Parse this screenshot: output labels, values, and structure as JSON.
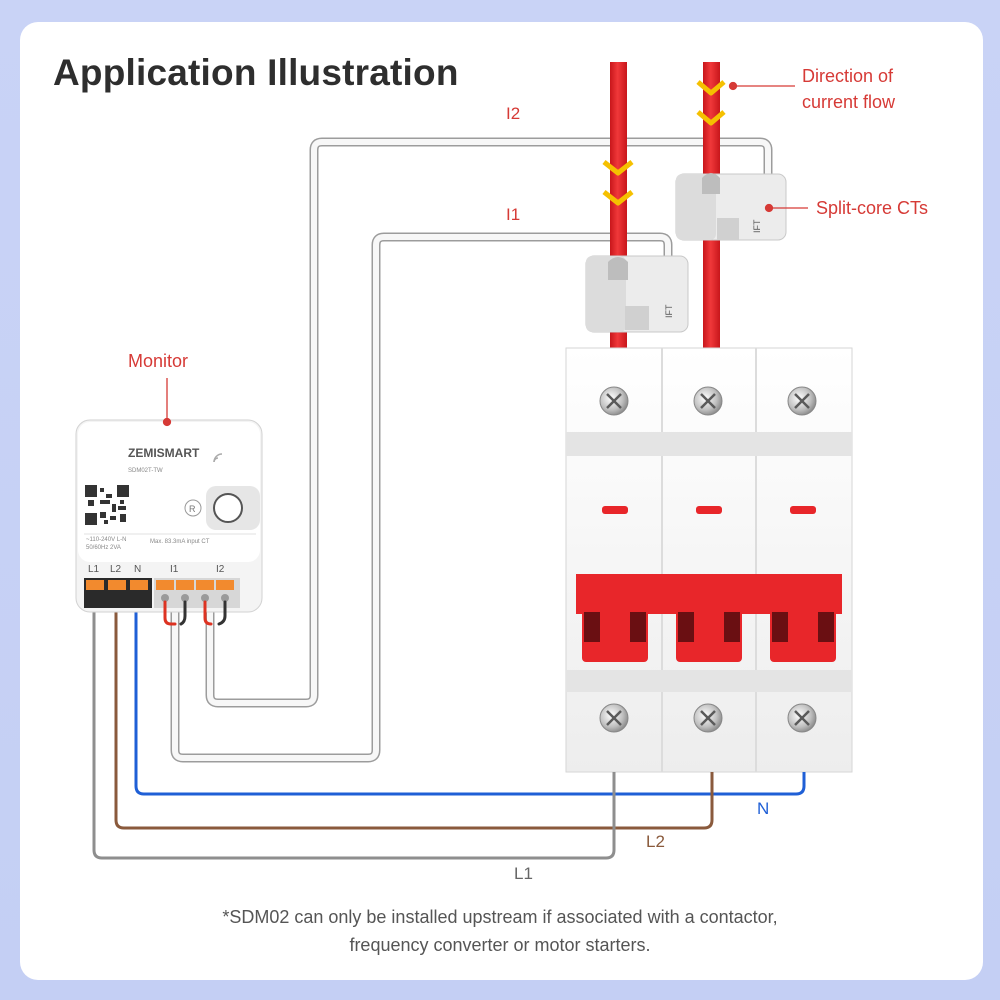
{
  "title": "Application Illustration",
  "labels": {
    "direction_line1": "Direction of",
    "direction_line2": "current flow",
    "split_core": "Split-core CTs",
    "monitor": "Monitor"
  },
  "wires": {
    "i2": "I2",
    "i1": "I1",
    "n": "N",
    "l2": "L2",
    "l1": "L1"
  },
  "device": {
    "brand": "ZEMISMART",
    "model": "SDM02T-TW",
    "spec_left_1": "~110-240V L-N",
    "spec_left_2": "50/60Hz 2VA",
    "spec_right": "Max. 83.3mA input CT",
    "reset_key": "R",
    "terminals": [
      "L1",
      "L2",
      "N",
      "I1",
      "I2"
    ]
  },
  "footnote": {
    "line1": "*SDM02 can only be installed upstream if associated with a contactor,",
    "line2": "frequency converter or motor starters."
  },
  "colors": {
    "accent_red": "#d63a36",
    "busbar_red": "#e8262a",
    "neutral_blue": "#1f5fd6",
    "l2_brown": "#8a5a3c",
    "l1_grey": "#8a8a8a",
    "arrow_yellow": "#f5c000"
  }
}
